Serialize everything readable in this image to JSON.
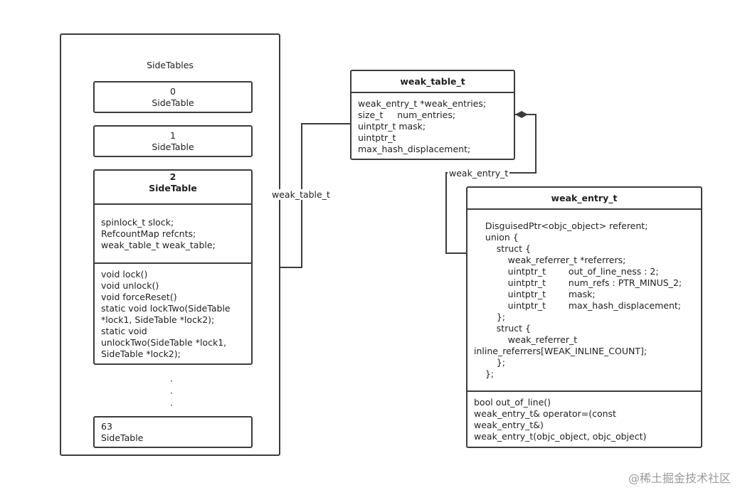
{
  "container": {
    "title": "SideTables"
  },
  "side_tables": [
    {
      "index": "0",
      "name": "SideTable"
    },
    {
      "index": "1",
      "name": "SideTable"
    },
    {
      "index": "2",
      "name": "SideTable",
      "fields": [
        "spinlock_t slock;",
        "RefcountMap refcnts;",
        "weak_table_t weak_table;"
      ],
      "methods": [
        "void lock()",
        "void unlock()",
        "void forceReset()",
        "static void lockTwo(SideTable",
        "*lock1, SideTable *lock2);",
        "static void",
        "unlockTwo(SideTable *lock1,",
        "SideTable *lock2);"
      ]
    },
    {
      "index": "63",
      "name": "SideTable"
    }
  ],
  "ellipsis": [
    "·",
    "·",
    "·"
  ],
  "weak_table": {
    "title": "weak_table_t",
    "fields": [
      "weak_entry_t *weak_entries;",
      "size_t     num_entries;",
      "uintptr_t mask;",
      "uintptr_t",
      "max_hash_displacement;"
    ]
  },
  "weak_entry": {
    "title": "weak_entry_t",
    "fields": [
      "    DisguisedPtr<objc_object> referent;",
      "    union {",
      "        struct {",
      "            weak_referrer_t *referrers;",
      "            uintptr_t        out_of_line_ness : 2;",
      "            uintptr_t        num_refs : PTR_MINUS_2;",
      "            uintptr_t        mask;",
      "            uintptr_t        max_hash_displacement;",
      "        };",
      "        struct {",
      "            weak_referrer_t",
      "inline_referrers[WEAK_INLINE_COUNT];",
      "        };",
      "    };"
    ],
    "methods": [
      "bool out_of_line()",
      "weak_entry_t& operator=(const",
      "weak_entry_t&)",
      "weak_entry_t(objc_object, objc_object)"
    ]
  },
  "connectors": {
    "sidetable_to_weak_table": "weak_table_t",
    "weak_table_to_weak_entry": "weak_entry_t"
  },
  "watermark": "@稀土掘金技术社区",
  "colors": {
    "border": "#3c3c3c",
    "text": "#222222",
    "watermark": "#9a9a9a"
  }
}
